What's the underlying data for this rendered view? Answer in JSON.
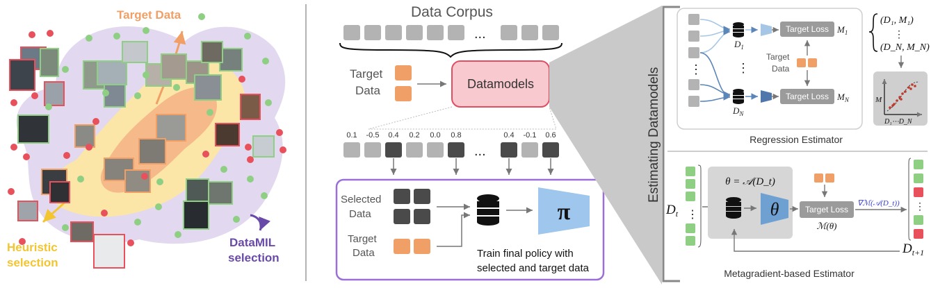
{
  "colors": {
    "target_orange": "#f0a066",
    "heuristic_yellow": "#f2c531",
    "datamil_purple": "#6a4aa8",
    "blob_purple": "#e2d8f0",
    "blob_yellow": "#fbe6a8",
    "blob_orange": "#f6b98a",
    "dot_red": "#e8515b",
    "dot_green": "#8fcf84",
    "datamodels_fill": "#f8c9cf",
    "datamodels_border": "#e04e62",
    "policy_box_border": "#9b6fd6",
    "pi_fill": "#9fc6ec",
    "gray_cell": "#b3b3b3",
    "dark_cell": "#4a4a4a"
  },
  "left_panel": {
    "target_data_label": "Target Data",
    "heuristic_label_line1": "Heuristic",
    "heuristic_label_line2": "selection",
    "datamil_label_line1": "DataMIL",
    "datamil_label_line2": "selection"
  },
  "middle_panel": {
    "data_corpus_label": "Data Corpus",
    "ellipsis": "...",
    "target_data_line1": "Target",
    "target_data_line2": "Data",
    "datamodels_label": "Datamodels",
    "scores": [
      "0.1",
      "-0.5",
      "0.4",
      "0.2",
      "0.0",
      "0.8",
      "0.4",
      "-0.1",
      "0.6"
    ],
    "selected_data_line1": "Selected",
    "selected_data_line2": "Data",
    "target_data2_line1": "Target",
    "target_data2_line2": "Data",
    "pi_symbol": "π",
    "caption_line1": "Train final policy with",
    "caption_line2": "selected and target data"
  },
  "right_panel": {
    "side_title": "Estimating Datamodels",
    "regression": {
      "d1_label": "D",
      "d1_sub": "1",
      "dn_label": "D",
      "dn_sub": "N",
      "target_loss_1": "Target Loss",
      "m1_label": "M",
      "m1_sub": "1",
      "target_loss_n": "Target Loss",
      "mn_label": "M",
      "mn_sub": "N",
      "target_data_line1": "Target",
      "target_data_line2": "Data",
      "vdots": "⋮",
      "set_first": "(D₁, M₁)",
      "set_last": "(D_N, M_N)",
      "plot_y_label": "M",
      "plot_x_label": "D₁⋯D_N",
      "caption": "Regression Estimator"
    },
    "metagradient": {
      "theta_eq": "θ = 𝒜(D_t)",
      "theta": "θ",
      "dt_label": "D",
      "dt_sub": "t",
      "target_loss": "Target Loss",
      "m_theta": "ℳ(θ)",
      "grad_label": "∇ℳ(𝒜(D_t))",
      "dt1_label": "D",
      "dt1_sub": "t+1",
      "caption": "Metagradient-based Estimator",
      "output_colors": [
        "green",
        "green",
        "red",
        "dots",
        "green",
        "red"
      ]
    }
  }
}
